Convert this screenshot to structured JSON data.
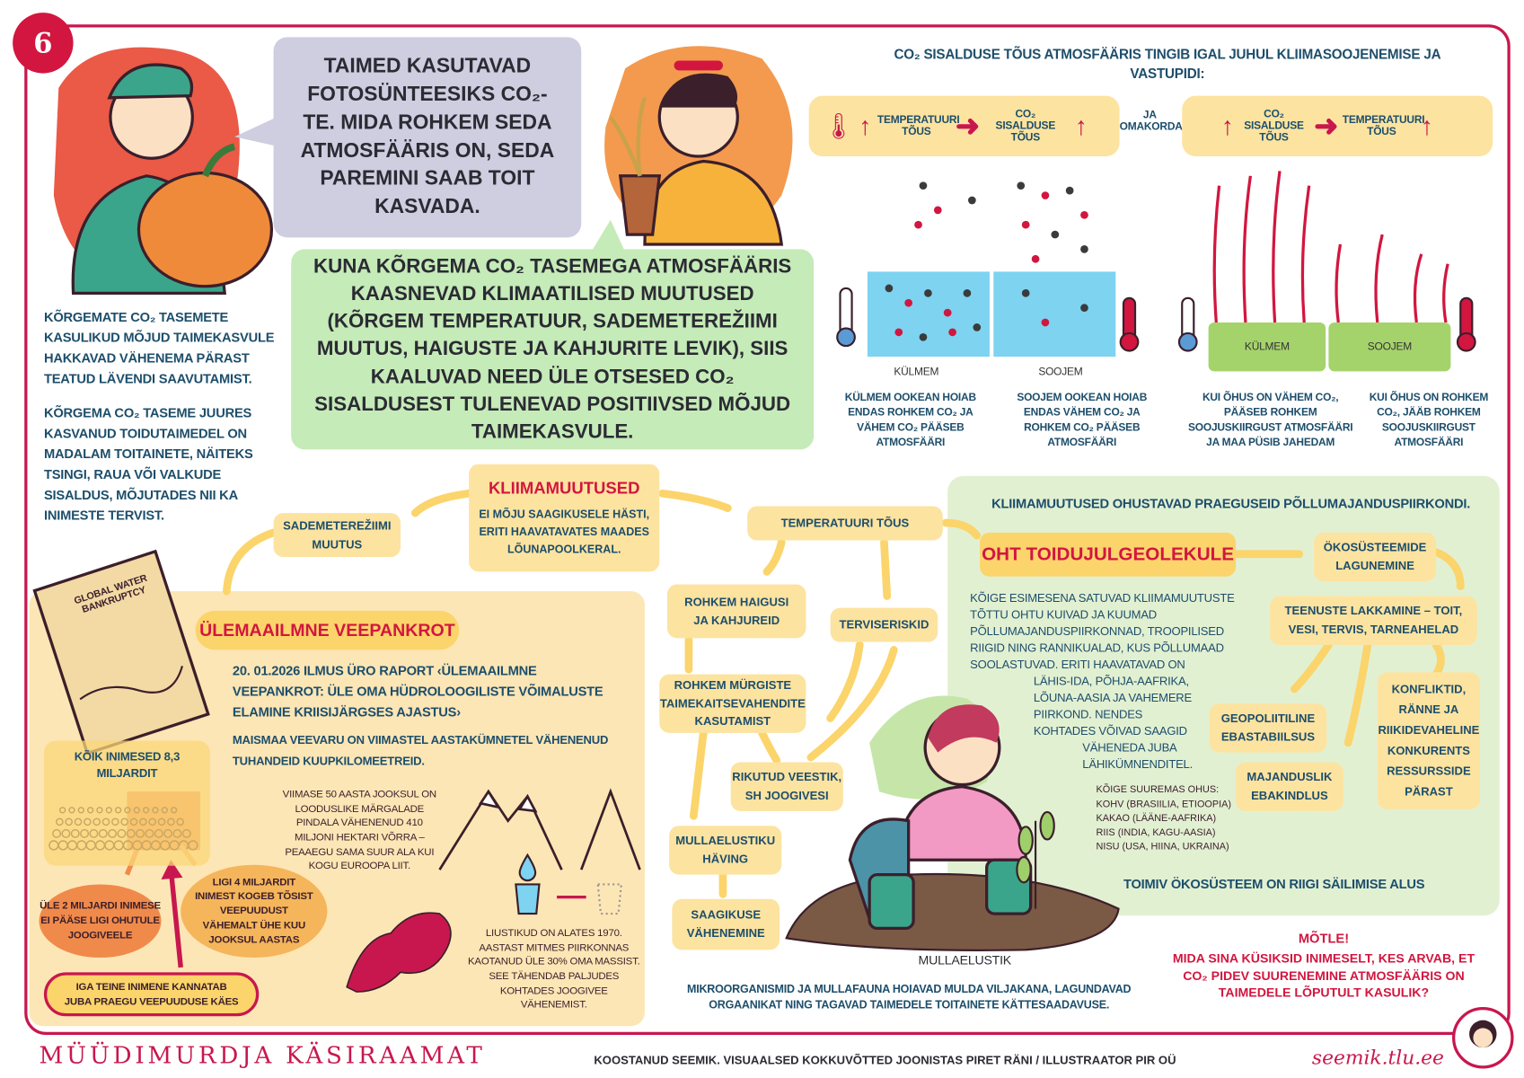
{
  "page_number": "6",
  "speech_bubble": "TAIMED KASUTAVAD FOTOSÜNTEESIKS CO₂-TE. MIDA ROHKEM SEDA ATMOSFÄÄRIS ON, SEDA PAREMINI SAAB TOIT KASVADA.",
  "green_box": "KUNA KÕRGEMA CO₂ TASEMEGA ATMOSFÄÄRIS KAASNEVAD KLIMAATILISED MUUTUSED (KÕRGEM TEMPERATUUR, SADEMETEREŽIIMI MUUTUS, HAIGUSTE JA KAHJURITE LEVIK), SIIS KAALUVAD NEED ÜLE OTSESED CO₂ SISALDUSEST TULENEVAD POSITIIVSED MÕJUD TAIMEKASVULE.",
  "left_text": {
    "p1": "KÕRGEMATE CO₂ TASEMETE KASULIKUD MÕJUD TAIMEKASVULE HAKKAVAD VÄHENEMA PÄRAST TEATUD LÄVENDI SAAVUTAMIST.",
    "p2": "KÕRGEMA CO₂ TASEME JUURES KASVANUD TOIDUTAIMEDEL ON MADALAM TOITAINETE, NÄITEKS TSINGI, RAUA VÕI VALKUDE SISALDUS, MÕJUTADES NII KA INIMESTE TERVIST."
  },
  "co2_section": {
    "heading": "CO₂ SISALDUSE TÕUS ATMOSFÄÄRIS TINGIB IGAL JUHUL KLIIMASOOJENEMISE JA VASTUPIDI:",
    "temp_rise": "TEMPERATUURI TÕUS",
    "co2_rise": "CO₂ SISALDUSE TÕUS",
    "connector": "JA OMAKORDA",
    "colder": "KÜLMEM",
    "warmer": "SOOJEM",
    "captions": [
      "KÜLMEM OOKEAN HOIAB ENDAS ROHKEM CO₂ JA VÄHEM CO₂ PÄÄSEB ATMOSFÄÄRI",
      "SOOJEM OOKEAN HOIAB ENDAS VÄHEM CO₂ JA ROHKEM CO₂ PÄÄSEB ATMOSFÄÄRI",
      "KUI ÕHUS ON VÄHEM CO₂, PÄÄSEB ROHKEM SOOJUSKIIRGUST ATMOSFÄÄRI JA MAA PÜSIB JAHEDAM",
      "KUI ÕHUS ON ROHKEM CO₂, JÄÄB ROHKEM SOOJUSKIIRGUST ATMOSFÄÄRI"
    ]
  },
  "flow": {
    "climate_title": "KLIIMAMUUTUSED",
    "climate_text": "EI MÕJU SAAGIKUSELE HÄSTI, ERITI HAAVATAVATES MAADES LÕUNAPOOLKERAL.",
    "precip": "SADEMETEREŽIIMI MUUTUS",
    "temp": "TEMPERATUURI TÕUS",
    "diseases": "ROHKEM HAIGUSI JA KAHJUREID",
    "health": "TERVISERISKID",
    "pesticides": "ROHKEM MÜRGISTE TAIMEKAITSEVAHENDITE KASUTAMIST",
    "water": "RIKUTUD VEESTIK, SH JOOGIVESI",
    "soil": "MULLAELUSTIKU HÄVING",
    "yield": "SAAGIKUSE VÄHENEMINE"
  },
  "water_section": {
    "book_title": "GLOBAL WATER BANKRUPTCY",
    "title": "ÜLEMAAILMNE VEEPANKROT",
    "report": "20. 01.2026 ILMUS ÜRO RAPORT ‹ÜLEMAAILMNE VEEPANKROT: ÜLE OMA HÜDROLOOGILISTE VÕIMALUSTE ELAMINE KRIISIJÄRGSES AJASTUS›",
    "reserves": "MAISMAA VEEVARU ON VIIMASTEL AASTAKÜMNETEL VÄHENENUD TUHANDEID KUUPKILOMEETREID.",
    "people_title": "KÕIK INIMESED 8,3 MILJARDIT",
    "no_water": "ÜLE 2 MILJARDI INIMESE EI PÄÄSE LIGI OHUTULE JOOGIVEELE",
    "shortage": "LIGI 4 MILJARDIT INIMEST KOGEB TÕSIST VEEPUUDUST VÄHEMALT ÜHE KUU JOOKSUL AASTAS",
    "every_second": "IGA TEINE INIMENE KANNATAB JUBA PRAEGU VEEPUUDUSE KÄES",
    "wetlands": "VIIMASE 50 AASTA JOOKSUL ON LOODUSLIKE MÄRGALADE PINDALA VÄHENENUD 410 MILJONI HEKTARI VÕRRA – PEAAEGU SAMA SUUR ALA KUI KOGU EUROOPA LIIT.",
    "glaciers": "LIUSTIKUD ON ALATES 1970. AASTAST MITMES PIIRKONNAS KAOTANUD ÜLE 30% OMA MASSIST. SEE TÄHENDAB PALJUDES KOHTADES JOOGIVEE VÄHENEMIST."
  },
  "food_section": {
    "heading": "KLIIMAMUUTUSED OHUSTAVAD PRAEGUSEID PÕLLUMAJANDUSPIIRKONDI.",
    "title": "OHT TOIDUJULGEOLEKULE",
    "body_lines": [
      "KÕIGE ESIMESENA SATUVAD KLIIMAMUUTUSTE",
      "TÕTTU OHTU KUIVAD JA KUUMAD",
      "PÕLLUMAJANDUSPIIRKONNAD, TROOPILISED",
      "RIIGID NING RANNIKUALAD, KUS PÕLLUMAAD",
      "SOOLASTUVAD. ERITI HAAVATAVAD ON",
      "LÄHIS-IDA, PÕHJA-AAFRIKA,",
      "LÕUNA-AASIA JA VAHEMERE",
      "PIIRKOND. NENDES",
      "KOHTADES VÕIVAD SAAGID",
      "VÄHENEDA JUBA",
      "LÄHIKÜMNENDITEL."
    ],
    "risk_title": "KÕIGE SUUREMAS OHUS:",
    "risk_items": [
      "KOHV (BRASIILIA, ETIOOPIA)",
      "KAKAO (LÄÄNE-AAFRIKA)",
      "RIIS (INDIA, KAGU-AASIA)",
      "NISU (USA, HIINA, UKRAINA)"
    ],
    "ecosystems": "ÖKOSÜSTEEMIDE LAGUNEMINE",
    "services": "TEENUSTE LAKKAMINE – TOIT, VESI, TERVIS, TARNEAHELAD",
    "geopolitical": "GEOPOLIITILINE EBASTABIILSUS",
    "economic": "MAJANDUSLIK EBAKINDLUS",
    "conflicts": "KONFLIKTID, RÄNNE JA RIIKIDEVAHELINE KONKURENTS RESSURSSIDE PÄRAST",
    "ecosystem_basis": "TOIMIV ÖKOSÜSTEEM ON RIIGI SÄILIMISE ALUS"
  },
  "soil": {
    "label": "MULLAELUSTIK",
    "text": "MIKROORGANISMID JA MULLAFAUNA HOIAVAD MULDA VILJAKANA, LAGUNDAVAD ORGAANIKAT NING TAGAVAD TAIMEDELE TOITAINETE KÄTTESAADAVUSE."
  },
  "think": {
    "title": "MÕTLE!",
    "question": "MIDA SINA KÜSIKSID INIMESELT, KES ARVAB, ET CO₂ PIDEV SUURENEMINE ATMOSFÄÄRIS ON TAIMEDELE LÕPUTULT KASULIK?"
  },
  "footer": {
    "brand": "MÜÜDIMURDJA KÄSIRAAMAT",
    "credits": "KOOSTANUD SEEMIK. VISUAALSED KOKKUVÕTTED JOONISTAS PIRET RÄNI / ILLUSTRAATOR PIR OÜ",
    "website": "seemik.tlu.ee"
  },
  "colors": {
    "accent_red": "#d2163f",
    "text_blue": "#1d4e6b",
    "box_yellow": "#fde3a0",
    "green": "#c5ebb8",
    "cream": "#fde6b5"
  }
}
